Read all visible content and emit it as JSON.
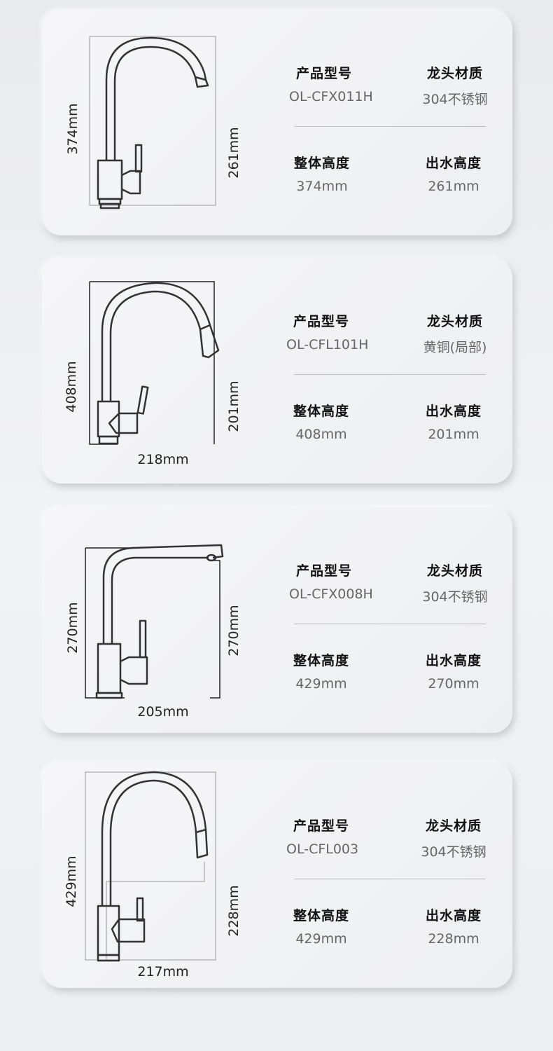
{
  "cards": [
    {
      "height_label": "374mm",
      "outlet_label": "261mm",
      "width_label": "",
      "specs": {
        "model_label": "产品型号",
        "model_value": "OL-CFX011H",
        "material_label": "龙头材质",
        "material_value": "304不锈钢",
        "total_height_label": "整体高度",
        "total_height_value": "374mm",
        "outlet_height_label": "出水高度",
        "outlet_height_value": "261mm"
      }
    },
    {
      "height_label": "408mm",
      "outlet_label": "201mm",
      "width_label": "218mm",
      "specs": {
        "model_label": "产品型号",
        "model_value": "OL-CFL101H",
        "material_label": "龙头材质",
        "material_value": "黄铜(局部)",
        "total_height_label": "整体高度",
        "total_height_value": "408mm",
        "outlet_height_label": "出水高度",
        "outlet_height_value": "201mm"
      }
    },
    {
      "height_label": "270mm",
      "outlet_label": "270mm",
      "width_label": "205mm",
      "specs": {
        "model_label": "产品型号",
        "model_value": "OL-CFX008H",
        "material_label": "龙头材质",
        "material_value": "304不锈钢",
        "total_height_label": "整体高度",
        "total_height_value": "429mm",
        "outlet_height_label": "出水高度",
        "outlet_height_value": "270mm"
      }
    },
    {
      "height_label": "429mm",
      "outlet_label": "228mm",
      "width_label": "217mm",
      "specs": {
        "model_label": "产品型号",
        "model_value": "OL-CFL003",
        "material_label": "龙头材质",
        "material_value": "304不锈钢",
        "total_height_label": "整体高度",
        "total_height_value": "429mm",
        "outlet_height_label": "出水高度",
        "outlet_height_value": "228mm"
      }
    }
  ]
}
